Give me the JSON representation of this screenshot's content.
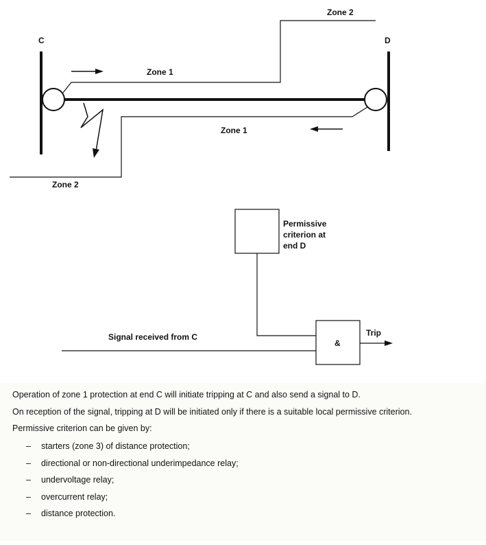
{
  "diagram": {
    "end_c_label": "C",
    "end_d_label": "D",
    "zone2_top_label": "Zone 2",
    "zone1_upper_label": "Zone 1",
    "zone1_lower_label": "Zone 1",
    "zone2_bottom_label": "Zone 2",
    "permissive_box_text": [
      "Permissive",
      "criterion at",
      "end D"
    ],
    "and_gate_label": "&",
    "signal_label": "Signal received from C",
    "trip_label": "Trip"
  },
  "caption": {
    "line1": "Operation of zone 1 protection at end C will initiate tripping at C and also send a signal to D.",
    "line2": "On reception of the signal, tripping at D will be initiated only if there is a suitable local permissive criterion.",
    "line3": "Permissive criterion can be given by:",
    "items": [
      "starters (zone 3) of distance protection;",
      "directional or non-directional underimpedance relay;",
      "undervoltage relay;",
      "overcurrent relay;",
      "distance protection."
    ],
    "bullet": "–"
  }
}
